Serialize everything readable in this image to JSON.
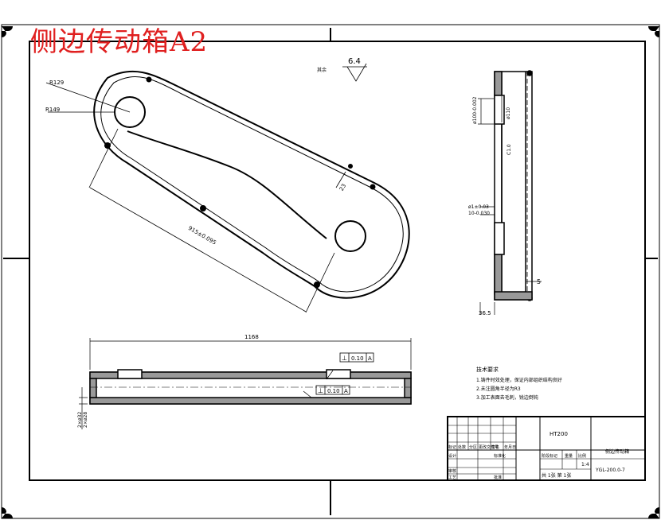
{
  "title": "侧边传动箱A2",
  "roughness": {
    "label": "其余",
    "value": "6.4"
  },
  "main_view": {
    "radius_large": "R129",
    "radius_outer": "R149",
    "center_distance": "915±0.095",
    "wall": "23"
  },
  "side_view": {
    "bore_top": "ø100-0.002",
    "bore_top_2": "ø110",
    "chamfer": "C1.0",
    "bore_mid": "ø1±0.03",
    "bore_mid_2": "10-0.030",
    "gap": "5",
    "width": "36.5"
  },
  "bottom_view": {
    "length": "1168",
    "tol_top": {
      "sym": "⊥",
      "val": "0.10",
      "ref": "A"
    },
    "tol_bottom": {
      "sym": "⊥",
      "val": "0.10",
      "ref": "A"
    },
    "left_dim": "2×ø32",
    "left_dim_2": "2×ø28"
  },
  "notes": {
    "heading": "技术要求",
    "items": [
      "1.铸件时效处理，保证内部组织结构良好",
      "2.未注圆角半径为R3",
      "3.加工表面去毛刺，锐边倒钝"
    ]
  },
  "title_block": {
    "material": "HT200",
    "name": "侧边传动箱",
    "drawing_no": "YGL-200.0-7",
    "scale": "1:4",
    "sheet_info": "共 1张  第 1张",
    "col_labels": [
      "标记",
      "处数",
      "分区",
      "更改文件号",
      "签名",
      "年月日"
    ],
    "design_labels": [
      "设计",
      "标准化"
    ],
    "mark_labels": [
      "阶段标记",
      "重量",
      "比例"
    ],
    "left_labels": [
      "审核",
      "工艺"
    ],
    "approve_label": "批准"
  }
}
